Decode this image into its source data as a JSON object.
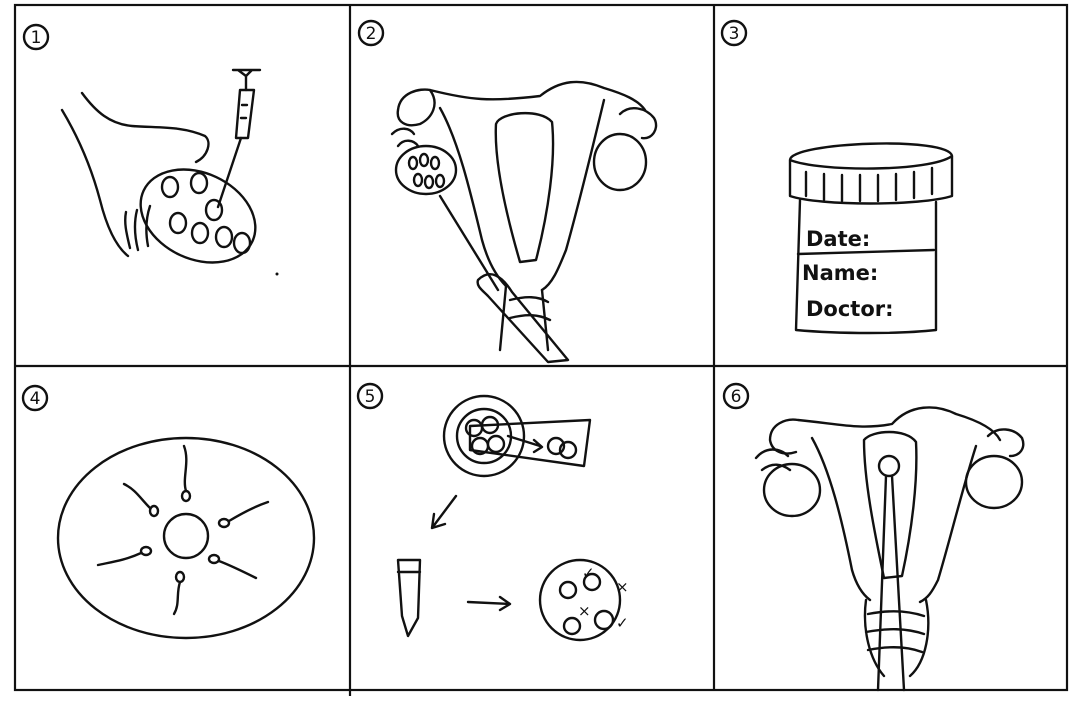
{
  "colors": {
    "ink": "#111111",
    "paper": "#ffffff"
  },
  "panels": [
    {
      "number": "1",
      "icon": "hand-syringe-ovary-icon"
    },
    {
      "number": "2",
      "icon": "uterus-egg-retrieval-icon"
    },
    {
      "number": "3",
      "icon": "specimen-container-icon"
    },
    {
      "number": "4",
      "icon": "egg-sperm-dish-icon"
    },
    {
      "number": "5",
      "icon": "embryo-selection-icon"
    },
    {
      "number": "6",
      "icon": "embryo-transfer-icon"
    }
  ],
  "container_label": {
    "date": "Date:",
    "name": "Name:",
    "doctor": "Doctor:"
  },
  "selection_marks": {
    "check": "✓",
    "cross": "×"
  }
}
